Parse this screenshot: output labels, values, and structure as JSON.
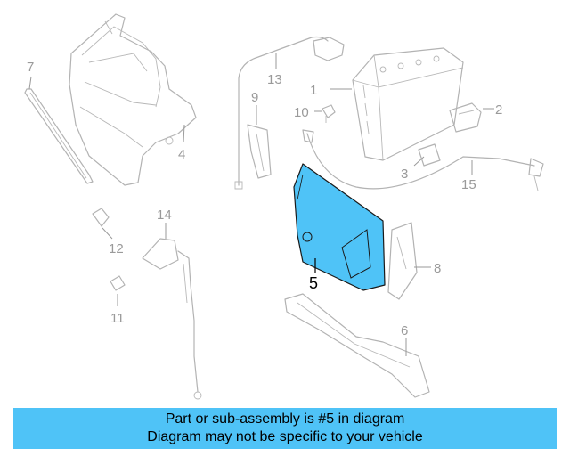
{
  "diagram": {
    "callouts": {
      "c1": "1",
      "c2": "2",
      "c3": "3",
      "c4": "4",
      "c5": "5",
      "c6": "6",
      "c7": "7",
      "c8": "8",
      "c9": "9",
      "c10": "10",
      "c11": "11",
      "c12": "12",
      "c13": "13",
      "c14": "14",
      "c15": "15"
    },
    "highlight_color": "#4fc3f7",
    "highlighted_part": "5"
  },
  "banner": {
    "line1": "Part or sub-assembly is #5 in diagram",
    "line2": "Diagram may not be specific to your vehicle",
    "background": "#4fc3f7"
  }
}
